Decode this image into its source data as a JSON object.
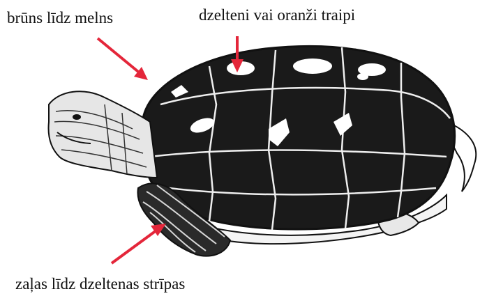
{
  "labels": {
    "shell_color": "brūns līdz melns",
    "spots": "dzelteni vai oranži traipi",
    "stripes": "zaļas līdz dzeltenas strīpas"
  },
  "colors": {
    "arrow": "#e4263a",
    "shell": "#1a1a1a",
    "spot": "#ffffff",
    "outline": "#111111"
  }
}
